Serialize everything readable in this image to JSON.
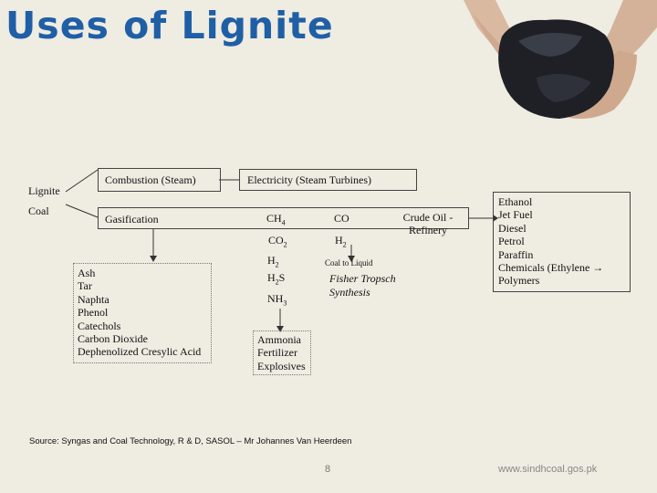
{
  "title": "Uses of Lignite",
  "left_labels": {
    "lignite": "Lignite",
    "coal": "Coal"
  },
  "combustion": "Combustion (Steam)",
  "electricity": "Electricity (Steam Turbines)",
  "gasification": "Gasification",
  "gases": [
    "CH4",
    "CO",
    "CO2",
    "H2",
    "H2",
    "H2S",
    "NH3"
  ],
  "byproducts": [
    "Ash",
    "Tar",
    "Naphta",
    "Phenol",
    "Catechols",
    "Carbon Dioxide",
    "Dephenolized Cresylic Acid"
  ],
  "crude_oil": "Crude Oil - Refinery",
  "coal_to_liquid": "Coal to Liquid",
  "fisher": "Fisher Tropsch Synthesis",
  "ammonia": [
    "Ammonia",
    "Fertilizer",
    "Explosives"
  ],
  "products": [
    "Ethanol",
    "Jet Fuel",
    "Diesel",
    "Petrol",
    "Paraffin",
    "Chemicals (Ethylene →",
    "Polymers"
  ],
  "source": "Source: Syngas and Coal Technology, R & D, SASOL – Mr Johannes Van Heerdeen",
  "page_number": "8",
  "website": "www.sindhcoal.gos.pk"
}
